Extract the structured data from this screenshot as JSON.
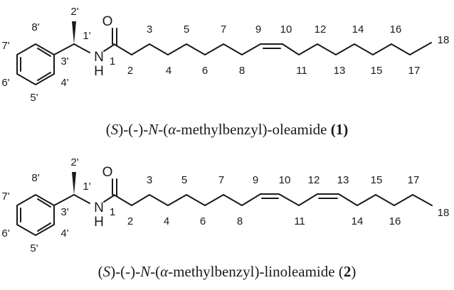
{
  "figure": {
    "compounds": [
      {
        "id": "compound-1",
        "caption": {
          "stereo": "S",
          "prefix": "-(-)-",
          "n": "N",
          "mid1": "-(",
          "alpha": "α",
          "mid2": "-methylbenzyl)-oleamide ",
          "number_open": "(",
          "number": "1",
          "number_close": ")"
        },
        "labels": {
          "oxygen": "O",
          "nitrogen": "N",
          "hydrogen": "H",
          "primed": [
            "2'",
            "1'",
            "8'",
            "7'",
            "3'",
            "6'",
            "4'",
            "5'"
          ],
          "chain_top": [
            "3",
            "5",
            "7",
            "9",
            "10",
            "12",
            "14",
            "16"
          ],
          "chain_bottom": [
            "1",
            "2",
            "4",
            "6",
            "8",
            "11",
            "13",
            "15",
            "17"
          ],
          "terminal": "18"
        },
        "double_bonds": [
          "C9=C10"
        ]
      },
      {
        "id": "compound-2",
        "caption": {
          "stereo": "S",
          "prefix": "-(-)-",
          "n": "N",
          "mid1": "-(",
          "alpha": "α",
          "mid2": "-methylbenzyl)-linoleamide ",
          "number_open": "(",
          "number": "2",
          "number_close": ")"
        },
        "labels": {
          "oxygen": "O",
          "nitrogen": "N",
          "hydrogen": "H",
          "primed": [
            "2'",
            "1'",
            "8'",
            "7'",
            "3'",
            "6'",
            "4'",
            "5'"
          ],
          "chain_top": [
            "3",
            "5",
            "7",
            "9",
            "10",
            "12",
            "13",
            "15",
            "17"
          ],
          "chain_bottom": [
            "1",
            "2",
            "4",
            "6",
            "8",
            "11",
            "14",
            "16"
          ],
          "terminal": "18"
        },
        "double_bonds": [
          "C9=C10",
          "C12=C13"
        ]
      }
    ]
  }
}
